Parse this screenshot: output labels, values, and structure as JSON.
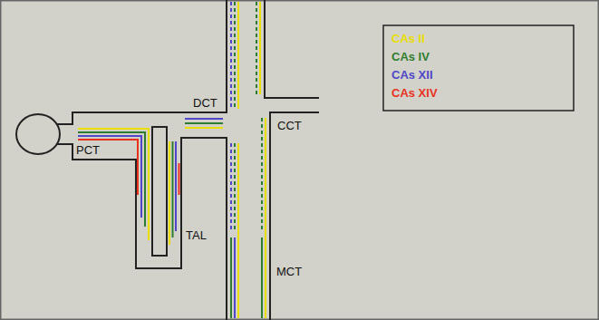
{
  "diagram": {
    "labels": [
      "PCT",
      "DCT",
      "TAL",
      "CCT",
      "MCT"
    ],
    "legend": [
      {
        "text": "CAs II",
        "color": "#eadd00"
      },
      {
        "text": "CAs IV",
        "color": "#2e7d2e"
      },
      {
        "text": "CAs XII",
        "color": "#5046c8"
      },
      {
        "text": "CAs XIV",
        "color": "#e8321e"
      }
    ]
  }
}
